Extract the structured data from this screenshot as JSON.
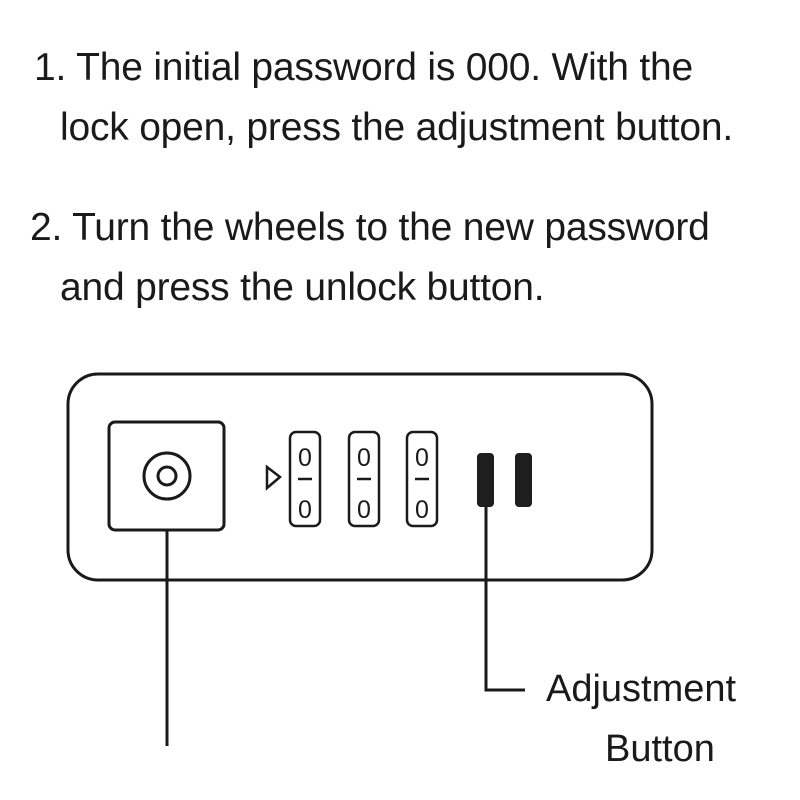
{
  "instructions": [
    {
      "number": "1.",
      "lines": [
        "The initial password is 000. With the",
        "lock open, press the adjustment button."
      ]
    },
    {
      "number": "2.",
      "lines": [
        "Turn the wheels to the new password",
        "and press the unlock button."
      ]
    }
  ],
  "lock": {
    "wheels": [
      {
        "top": "0",
        "bottom": "0"
      },
      {
        "top": "0",
        "bottom": "0"
      },
      {
        "top": "0",
        "bottom": "0"
      }
    ]
  },
  "callouts": {
    "adjustment_line1": "Adjustment",
    "adjustment_line2": "Button"
  }
}
